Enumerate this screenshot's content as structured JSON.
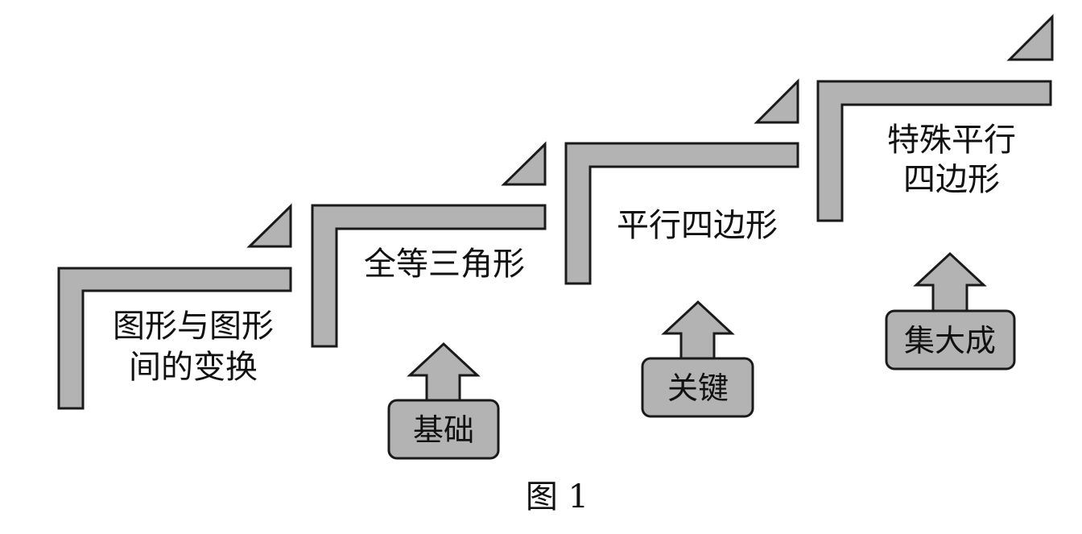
{
  "steps": [
    {
      "line1": "图形与图形",
      "line2": "间的变换"
    },
    {
      "line1": "全等三角形"
    },
    {
      "line1": "平行四边形"
    },
    {
      "line1": "特殊平行",
      "line2": "四边形"
    }
  ],
  "tags": {
    "foundation": "基础",
    "key": "关键",
    "culmination": "集大成"
  },
  "caption": "图 1",
  "colors": {
    "fill": "#b3b3b3",
    "stroke": "#1a1a1a",
    "text": "#111111"
  }
}
